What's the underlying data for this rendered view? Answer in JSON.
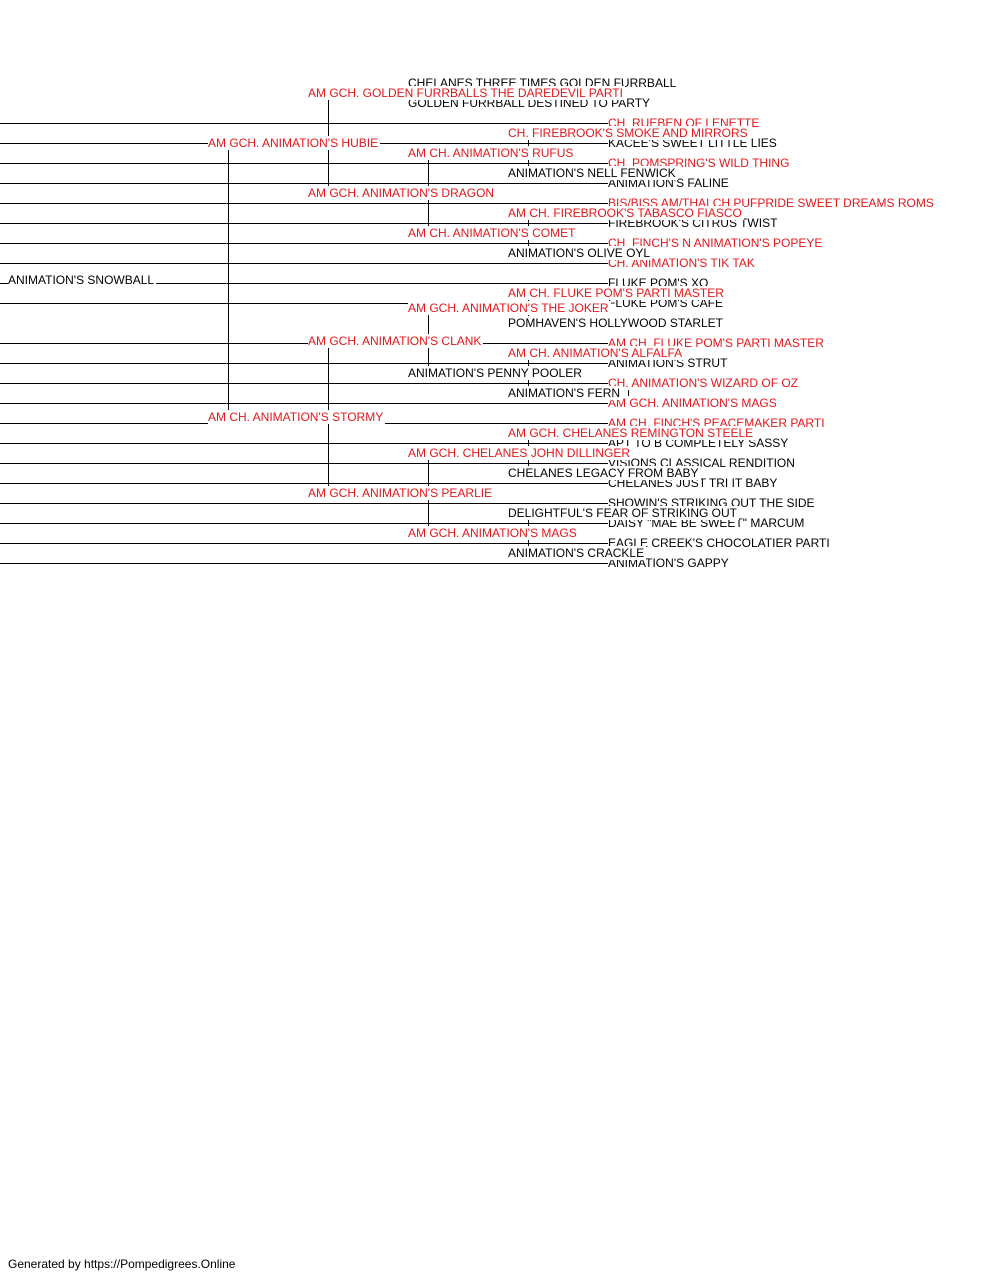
{
  "colors": {
    "titled": "#e0191b",
    "untitled": "#000000",
    "connector": "#000000"
  },
  "pedigree": {
    "name": "ANIMATION'S SNOWBALL",
    "titled": false,
    "sire": {
      "name": "AM GCH. ANIMATION'S HUBIE",
      "titled": true,
      "sire": {
        "name": "AM GCH. GOLDEN FURRBALLS THE DAREDEVIL PARTI",
        "titled": true,
        "sire": {
          "name": "CHELANES THREE TIMES GOLDEN FURRBALL",
          "titled": false
        },
        "dam": {
          "name": "GOLDEN FURRBALL DESTINED TO PARTY",
          "titled": false
        }
      },
      "dam": {
        "name": "AM GCH. ANIMATION'S DRAGON",
        "titled": true,
        "sire": {
          "name": "AM CH. ANIMATION'S RUFUS",
          "titled": true,
          "sire": {
            "name": "CH. FIREBROOK'S SMOKE AND MIRRORS",
            "titled": true,
            "sire": {
              "name": "CH. RUEBEN OF LENETTE",
              "titled": true
            },
            "dam": {
              "name": "KACEE'S SWEET LITTLE LIES",
              "titled": false
            }
          },
          "dam": {
            "name": "ANIMATION'S NELL FENWICK",
            "titled": false,
            "sire": {
              "name": "CH. POMSPRING'S WILD THING",
              "titled": true
            },
            "dam": {
              "name": "ANIMATION'S FALINE",
              "titled": false
            }
          }
        },
        "dam": {
          "name": "AM CH. ANIMATION'S COMET",
          "titled": true,
          "sire": {
            "name": "AM CH. FIREBROOK'S TABASCO FIASCO",
            "titled": true,
            "sire": {
              "name": "BIS/BISS AM/THAI CH PUFPRIDE SWEET DREAMS ROMS",
              "titled": true
            },
            "dam": {
              "name": "FIREBROOK'S CITRUS TWIST",
              "titled": false
            }
          },
          "dam": {
            "name": "ANIMATION'S OLIVE OYL",
            "titled": false,
            "sire": {
              "name": "CH. FINCH'S N ANIMATION'S POPEYE",
              "titled": true
            },
            "dam": {
              "name": "CH. ANIMATION'S TIK TAK",
              "titled": true
            }
          }
        }
      }
    },
    "dam": {
      "name": "AM CH. ANIMATION'S STORMY",
      "titled": true,
      "sire": {
        "name": "AM GCH. ANIMATION'S CLANK",
        "titled": true,
        "sire": {
          "name": "AM GCH. ANIMATION'S THE JOKER",
          "titled": true,
          "sire": {
            "name": "AM CH. FLUKE POM'S PARTI MASTER",
            "titled": true,
            "sire": {
              "name": "FLUKE POM'S XO",
              "titled": false
            },
            "dam": {
              "name": "FLUKE POM'S CAFE",
              "titled": false
            }
          },
          "dam": {
            "name": "POMHAVEN'S HOLLYWOOD STARLET",
            "titled": false
          }
        },
        "dam": {
          "name": "ANIMATION'S PENNY POOLER",
          "titled": false,
          "sire": {
            "name": "AM CH. ANIMATION'S ALFALFA",
            "titled": true,
            "sire": {
              "name": "AM CH. FLUKE POM'S PARTI MASTER",
              "titled": true
            },
            "dam": {
              "name": "ANIMATION'S STRUT",
              "titled": false
            }
          },
          "dam": {
            "name": "ANIMATION'S FERN",
            "titled": false,
            "sire": {
              "name": "CH. ANIMATION'S WIZARD OF OZ",
              "titled": true
            },
            "dam": {
              "name": "AM GCH. ANIMATION'S MAGS",
              "titled": true
            }
          }
        }
      },
      "dam": {
        "name": "AM GCH. ANIMATION'S PEARLIE",
        "titled": true,
        "sire": {
          "name": "AM GCH. CHELANES JOHN DILLINGER",
          "titled": true,
          "sire": {
            "name": "AM GCH. CHELANES REMINGTON STEELE",
            "titled": true,
            "sire": {
              "name": "AM CH. FINCH'S PEACEMAKER PARTI",
              "titled": true
            },
            "dam": {
              "name": "APT TO B COMPLETELY SASSY",
              "titled": false
            }
          },
          "dam": {
            "name": "CHELANES LEGACY FROM BABY",
            "titled": false,
            "sire": {
              "name": "VISIONS CLASSICAL RENDITION",
              "titled": false
            },
            "dam": {
              "name": "CHELANES JUST TRI IT BABY",
              "titled": false
            }
          }
        },
        "dam": {
          "name": "AM GCH. ANIMATION'S MAGS",
          "titled": true,
          "sire": {
            "name": "DELIGHTFUL'S FEAR OF STRIKING OUT",
            "titled": false,
            "sire": {
              "name": "SHOWIN'S STRIKING OUT THE SIDE",
              "titled": false
            },
            "dam": {
              "name": "DAISY \"MAE BE SWEET\" MARCUM",
              "titled": false
            }
          },
          "dam": {
            "name": "ANIMATION'S CRACKLE",
            "titled": false,
            "sire": {
              "name": "EAGLE CREEK'S CHOCOLATIER PARTI",
              "titled": false
            },
            "dam": {
              "name": "ANIMATION'S GAPPY",
              "titled": false
            }
          }
        }
      }
    }
  },
  "footer": "Generated by https://Pompedigrees.Online"
}
